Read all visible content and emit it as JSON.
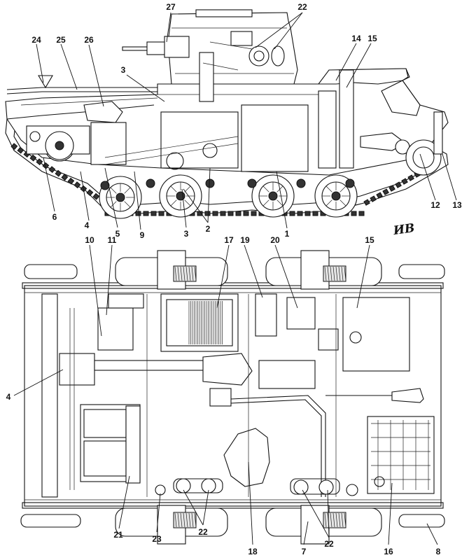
{
  "signature": "ИВ",
  "views": {
    "side": {
      "name": "side-view"
    },
    "top": {
      "name": "top-view"
    }
  },
  "callouts": [
    {
      "id": "c27",
      "text": "27"
    },
    {
      "id": "c22a",
      "text": "22"
    },
    {
      "id": "c24",
      "text": "24"
    },
    {
      "id": "c25",
      "text": "25"
    },
    {
      "id": "c26",
      "text": "26"
    },
    {
      "id": "c14",
      "text": "14"
    },
    {
      "id": "c15a",
      "text": "15"
    },
    {
      "id": "c3a",
      "text": "3"
    },
    {
      "id": "c6",
      "text": "6"
    },
    {
      "id": "c4a",
      "text": "4"
    },
    {
      "id": "c5",
      "text": "5"
    },
    {
      "id": "c9",
      "text": "9"
    },
    {
      "id": "c3b",
      "text": "3"
    },
    {
      "id": "c2",
      "text": "2"
    },
    {
      "id": "c1",
      "text": "1"
    },
    {
      "id": "c12",
      "text": "12"
    },
    {
      "id": "c13",
      "text": "13"
    },
    {
      "id": "c10",
      "text": "10"
    },
    {
      "id": "c11",
      "text": "11"
    },
    {
      "id": "c17",
      "text": "17"
    },
    {
      "id": "c19",
      "text": "19"
    },
    {
      "id": "c20",
      "text": "20"
    },
    {
      "id": "c15b",
      "text": "15"
    },
    {
      "id": "c4b",
      "text": "4"
    },
    {
      "id": "c21",
      "text": "21"
    },
    {
      "id": "c23",
      "text": "23"
    },
    {
      "id": "c22b",
      "text": "22"
    },
    {
      "id": "c18",
      "text": "18"
    },
    {
      "id": "c7",
      "text": "7"
    },
    {
      "id": "c22c",
      "text": "22"
    },
    {
      "id": "c16",
      "text": "16"
    },
    {
      "id": "c8",
      "text": "8"
    }
  ]
}
